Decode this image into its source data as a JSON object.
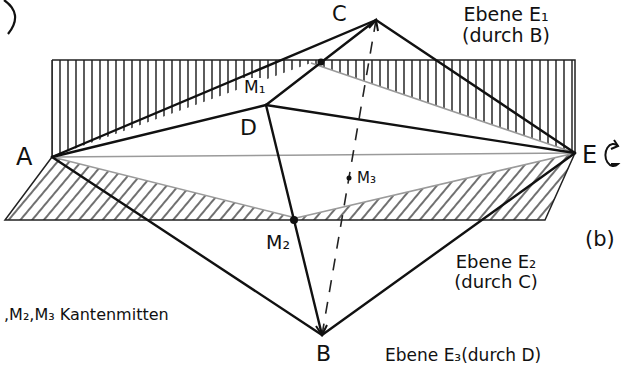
{
  "diagram": {
    "labels": [
      "Ebene E₁ (durch B)",
      "C",
      "M₁",
      "D",
      "A",
      "E",
      "M₃",
      "(b)",
      "M₂",
      "Ebene E₂ (durch C)",
      ",M₂,M₃ Kantenmitten",
      "B",
      "Ebene E₃(durch D)"
    ]
  }
}
